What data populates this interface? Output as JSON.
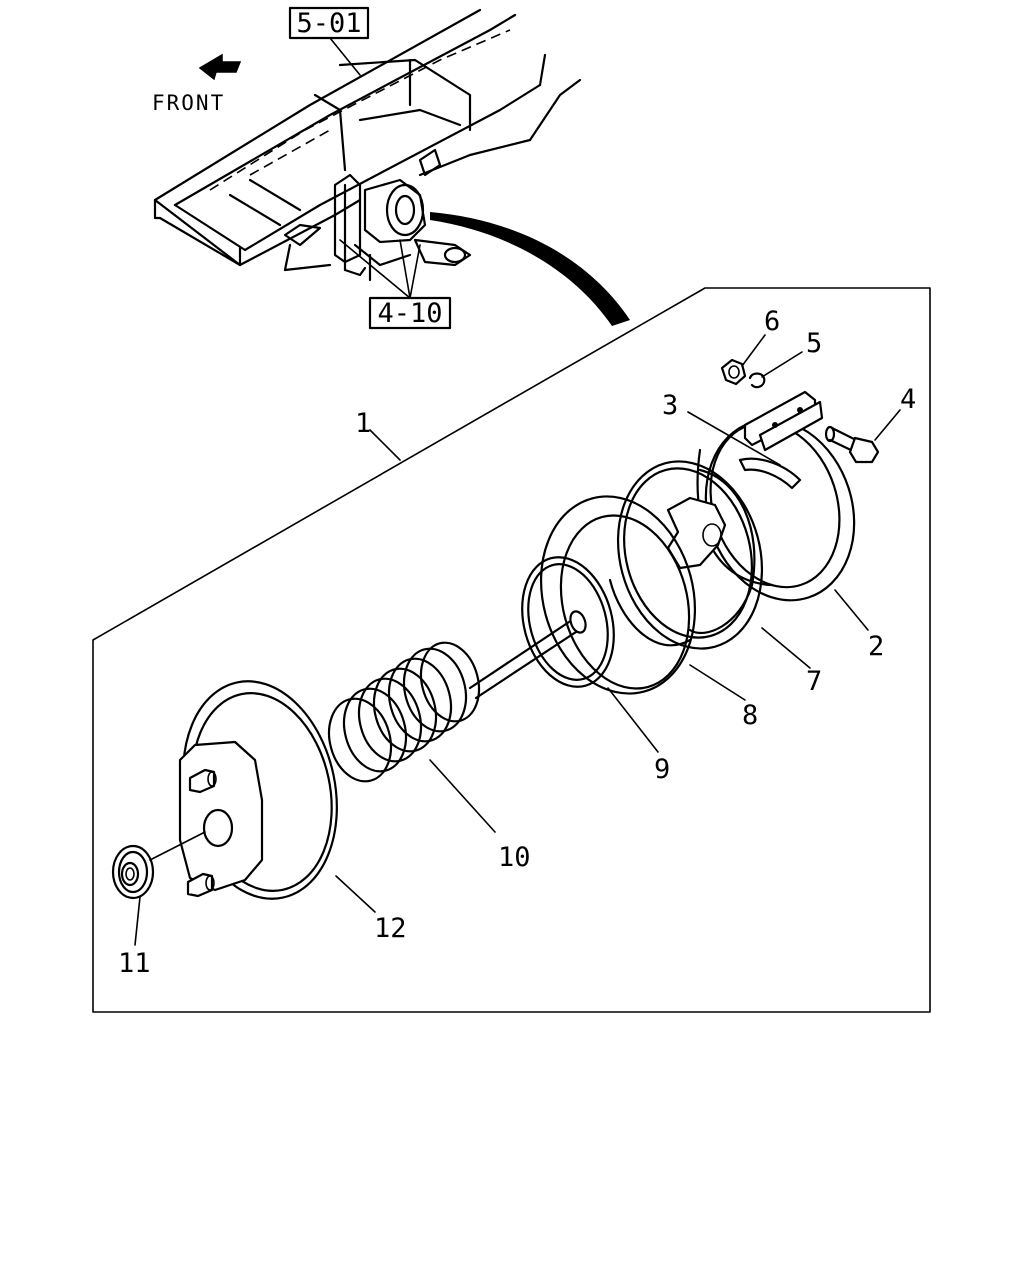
{
  "references": {
    "frame_ref": "5-01",
    "axle_ref": "4-10"
  },
  "direction_label": "FRONT",
  "callouts": {
    "assembly": "1",
    "clamp_band": "2",
    "band_plate": "3",
    "bolt": "4",
    "lock_washer": "5",
    "nut": "6",
    "pressure_plate": "7",
    "diaphragm": "8",
    "ring": "9",
    "spring": "10",
    "boot": "11",
    "housing": "12"
  },
  "icons": {
    "direction": "arrow-left-down-icon"
  }
}
